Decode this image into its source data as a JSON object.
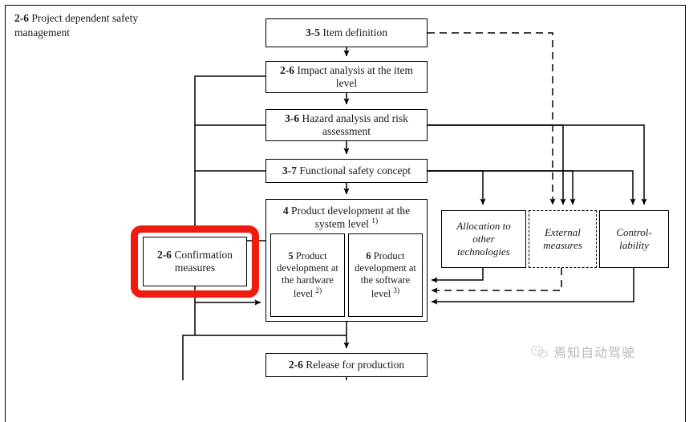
{
  "diagram": {
    "title": {
      "clause": "2-6",
      "text": " Project dependent safety management"
    },
    "nodes": {
      "item_definition": {
        "clause": "3-5",
        "text": " Item definition"
      },
      "impact_analysis": {
        "clause": "2-6",
        "text": " Impact analysis at the item level"
      },
      "hazard_analysis": {
        "clause": "3-6",
        "text": " Hazard analysis and risk assessment"
      },
      "functional_safety": {
        "clause": "3-7",
        "text": " Functional safety concept"
      },
      "product_system": {
        "clause": "4",
        "text": " Product development at the system level ",
        "note": "1)"
      },
      "product_hardware": {
        "clause": "5",
        "text": " Product development at the hardware level ",
        "note": "2)"
      },
      "product_software": {
        "clause": "6",
        "text": " Product development at the software level ",
        "note": "3)"
      },
      "confirmation": {
        "clause": "2-6",
        "text": " Confirmation measures"
      },
      "release": {
        "clause": "2-6",
        "text": " Release for production"
      },
      "allocation": {
        "text": "Allocation to other technologies"
      },
      "external": {
        "text": "External measures"
      },
      "controllability": {
        "text": "Control-lability"
      }
    },
    "colors": {
      "highlight": "#ee1b11",
      "line": "#000000",
      "background": "#ffffff"
    },
    "watermark": {
      "text": "焉知自动驾驶",
      "icon": "wechat-logo-icon"
    }
  }
}
